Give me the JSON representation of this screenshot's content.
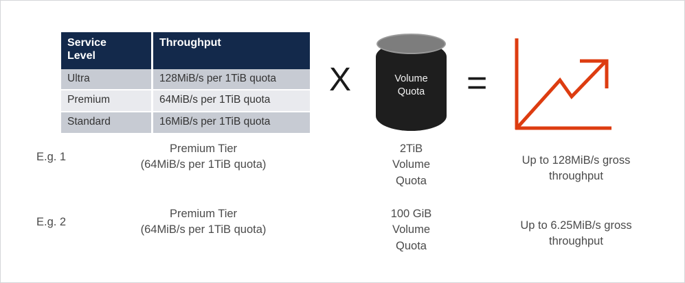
{
  "table": {
    "headers": [
      "Service Level",
      "Throughput"
    ],
    "header_level_line1": "Service",
    "header_level_line2": "Level",
    "rows": [
      {
        "level": "Ultra",
        "throughput": "128MiB/s per 1TiB quota"
      },
      {
        "level": "Premium",
        "throughput": "64MiB/s per 1TiB quota"
      },
      {
        "level": "Standard",
        "throughput": "16MiB/s per 1TiB quota"
      }
    ]
  },
  "operators": {
    "multiply": "X",
    "equals": "="
  },
  "cylinder": {
    "label_line1": "Volume",
    "label_line2": "Quota"
  },
  "examples": [
    {
      "eg_label": "E.g. 1",
      "tier_line1": "Premium Tier",
      "tier_line2": "(64MiB/s per 1TiB quota)",
      "volume_line1": "2TiB",
      "volume_line2": "Volume",
      "volume_line3": "Quota",
      "result_line1": "Up to 128MiB/s gross",
      "result_line2": "throughput"
    },
    {
      "eg_label": "E.g. 2",
      "tier_line1": "Premium Tier",
      "tier_line2": "(64MiB/s per 1TiB quota)",
      "volume_line1": "100 GiB",
      "volume_line2": "Volume",
      "volume_line3": "Quota",
      "result_line1": "Up to 6.25MiB/s gross",
      "result_line2": "throughput"
    }
  ],
  "colors": {
    "table_header_bg": "#13294b",
    "row_dark": "#c7cbd3",
    "row_light": "#e9eaee",
    "cylinder_body": "#1e1e1e",
    "cylinder_top": "#7d7d7d",
    "chart_accent": "#dd3c10",
    "text": "#4a4a4a",
    "frame_border": "#d4d6d9"
  },
  "chart_data": {
    "type": "line",
    "title": "",
    "xlabel": "",
    "ylabel": "",
    "x": [
      0,
      1,
      2,
      3
    ],
    "values": [
      0,
      1.0,
      0.68,
      1.45
    ],
    "legend": [],
    "grid": false,
    "annotation": "upward trending arrow"
  }
}
